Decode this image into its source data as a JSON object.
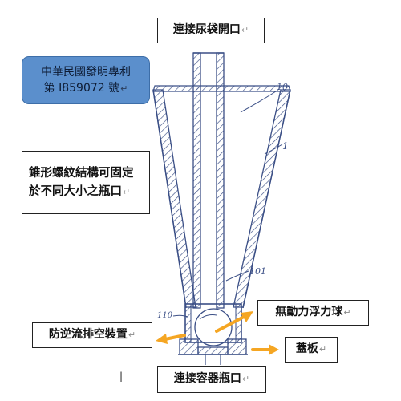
{
  "labels": {
    "top_opening": "連接尿袋開口",
    "thread_line1": "錐形螺紋結構可固定",
    "thread_line2": "於不同大小之瓶口",
    "float_ball": "無動力浮力球",
    "backflow": "防逆流排空裝置",
    "cover": "蓋板",
    "bottom_opening": "連接容器瓶口"
  },
  "patent": {
    "line1": "中華民國發明專利",
    "line2": "第 I859072 號"
  },
  "return_mark": "↵",
  "cursor_text": "|",
  "ref_numerals": {
    "r1": "10",
    "r2": "1",
    "r3": "101",
    "r4": "110"
  },
  "colors": {
    "arrow": "#f5a623",
    "patent_box": "#5b8fcc",
    "sketch": "#3b4f86"
  }
}
